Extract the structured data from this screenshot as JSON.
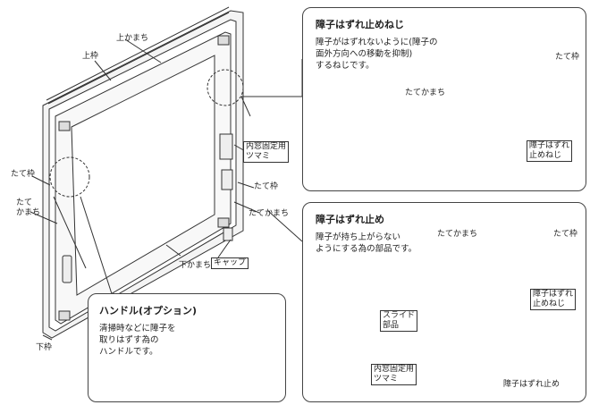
{
  "main_labels": {
    "top_kamachi": "上かまち",
    "top_frame": "上枠",
    "left_tatewaku": "たて枠",
    "left_tatekamachi": "たて\nかまち",
    "bottom_frame": "下枠",
    "bottom_kamachi": "下かまち",
    "cap": "キャップ",
    "inner_knob": "内窓固定用\nツマミ",
    "right_tatewaku": "たて枠",
    "right_tatekamachi": "たてかまち"
  },
  "panel_screw": {
    "title": "障子はずれ止めねじ",
    "desc": "障子がはずれないように(障子の\n面外方向への移動を抑制)\nするねじです。",
    "label_tatekamachi": "たてかまち",
    "label_tatewaku": "たて枠",
    "label_screw": "障子はずれ\n止めねじ"
  },
  "panel_stop": {
    "title": "障子はずれ止め",
    "desc": "障子が持ち上がらない\nようにする為の部品です。",
    "label_tatekamachi": "たてかまち",
    "label_tatewaku": "たて枠",
    "label_screw": "障子はずれ\n止めねじ",
    "label_slide": "スライド\n部品",
    "label_knob": "内窓固定用\nツマミ",
    "label_stop": "障子はずれ止め"
  },
  "panel_handle": {
    "title": "ハンドル(オプション)",
    "desc": "清掃時などに障子を\n取りはずす為の\nハンドルです。"
  }
}
